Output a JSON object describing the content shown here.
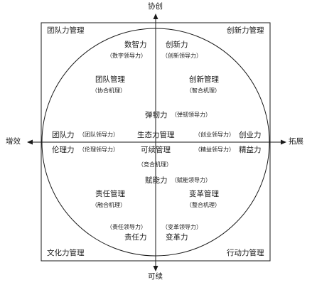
{
  "axes": {
    "top": "协创",
    "bottom": "可续",
    "left": "增效",
    "right": "拓展"
  },
  "corners": {
    "top_left": "团队力管理",
    "top_right": "创新力管理",
    "bottom_left": "文化力管理",
    "bottom_right": "行动力管理"
  },
  "labels": {
    "shuzhi": "数智力",
    "shuzhi_sub": "（数字领导力）",
    "chuangxinli": "创新力",
    "chuangxinli_sub": "（创新领导力）",
    "tuandui_mgmt": "团队管理",
    "tuandui_mgmt_sub": "（协合机理）",
    "chuangxin_mgmt": "创新管理",
    "chuangxin_mgmt_sub": "（智合机理）",
    "tanren": "弹韧力",
    "tanren_sub": "（弹韧领导力）",
    "tuandui": "团队力",
    "tuandui_sub": "（团队领导力）",
    "shengtai": "生态力管理",
    "chuangye_sub": "（创业领导力）",
    "chuangye": "创业力",
    "lunli": "伦理力",
    "lunli_sub": "（伦理领导力）",
    "kexu_mgmt": "可续管理",
    "jingyi_sub": "（精益领导力）",
    "jingyi": "精益力",
    "jinghe": "（竞合机理）",
    "funeng": "赋能力",
    "funeng_sub": "（赋能领导力）",
    "zeren_mgmt": "责任管理",
    "zeren_mgmt_sub": "（融合机理）",
    "biange_mgmt": "变革管理",
    "biange_mgmt_sub": "（整合机理）",
    "zeren_sub": "（责任领导力）",
    "zeren": "责任力",
    "biange_sub": "（变革领导力）",
    "biange": "变革力"
  }
}
